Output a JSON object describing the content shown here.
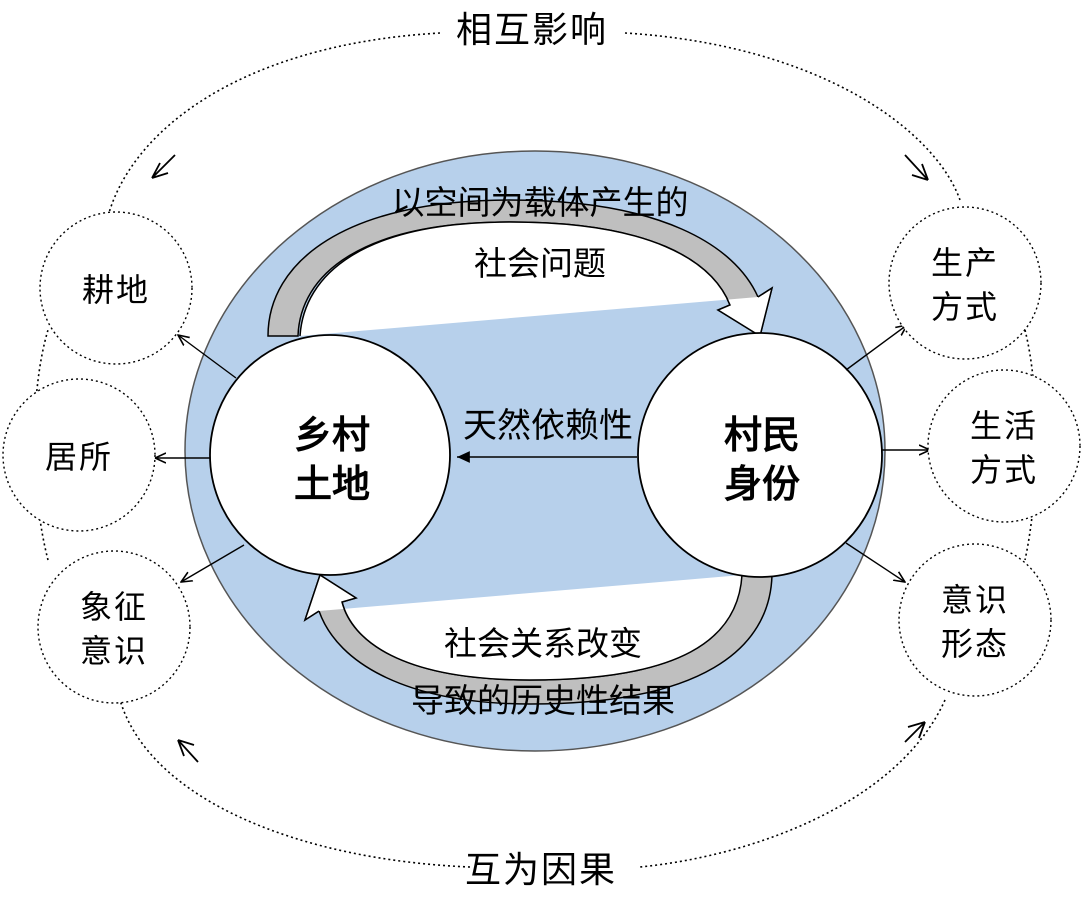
{
  "colors": {
    "ellipse_fill": "#b7d0eb",
    "ellipse_stroke": "#555555",
    "node_fill": "#ffffff",
    "curved_arrow_shadow": "#bfbfbf"
  },
  "outer_labels": {
    "top": "相互影响",
    "bottom": "互为因果"
  },
  "inner_labels": {
    "top_line1": "以空间为载体产生的",
    "top_line2": "社会问题",
    "middle": "天然依赖性",
    "bottom_line1": "社会关系改变",
    "bottom_line2": "导致的历史性结果"
  },
  "central_nodes": {
    "land": {
      "line1": "乡村",
      "line2": "土地"
    },
    "villager": {
      "line1": "村民",
      "line2": "身份"
    }
  },
  "left_nodes": [
    {
      "line1": "耕地"
    },
    {
      "line1": "居所"
    },
    {
      "line1": "象征",
      "line2": "意识"
    }
  ],
  "right_nodes": [
    {
      "line1": "生产",
      "line2": "方式"
    },
    {
      "line1": "生活",
      "line2": "方式"
    },
    {
      "line1": "意识",
      "line2": "形态"
    }
  ]
}
